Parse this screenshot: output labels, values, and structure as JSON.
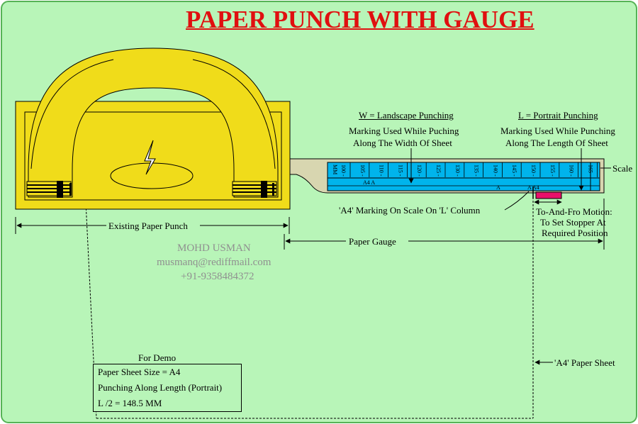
{
  "title": "PAPER PUNCH WITH GAUGE",
  "colors": {
    "background": "#b8f5b8",
    "handle": "#f0dc1a",
    "scale": "#00b4ec",
    "stopper": "#e8106a",
    "title": "#e01010"
  },
  "labels": {
    "landscape_heading": "W = Landscape Punching",
    "landscape_note_1": "Marking Used While Puching",
    "landscape_note_2": "Along The Width Of Sheet",
    "portrait_heading": "L = Portrait Punching",
    "portrait_note_1": "Marking Used While Punching",
    "portrait_note_2": "Along The Length Of Sheet",
    "scale": "Scale",
    "a4_marking": "'A4' Marking On Scale  On 'L' Column",
    "motion_1": "To-And-Fro Motion:",
    "motion_2": "To Set Stopper At",
    "motion_3": "Required Position",
    "existing_punch": "Existing Paper Punch",
    "paper_gauge": "Paper Gauge",
    "a4_sheet": "'A4' Paper Sheet"
  },
  "author": {
    "name": "MOHD USMAN",
    "email": "musmanq@rediffmail.com",
    "phone": "+91-9358484372"
  },
  "demo": {
    "heading": "For Demo",
    "line1": "Paper Sheet Size = A4",
    "line2": "Punching Along Length (Portrait)",
    "line3": "L /2 = 148.5 MM"
  },
  "scale": {
    "unit": "MM",
    "ticks": [
      "100",
      "105",
      "110",
      "115",
      "120",
      "125",
      "130",
      "135",
      "140",
      "145",
      "150",
      "155",
      "160",
      "165"
    ],
    "w_marker": "A4  A",
    "l_marker_1": "A",
    "l_marker_2": "A  A4"
  }
}
